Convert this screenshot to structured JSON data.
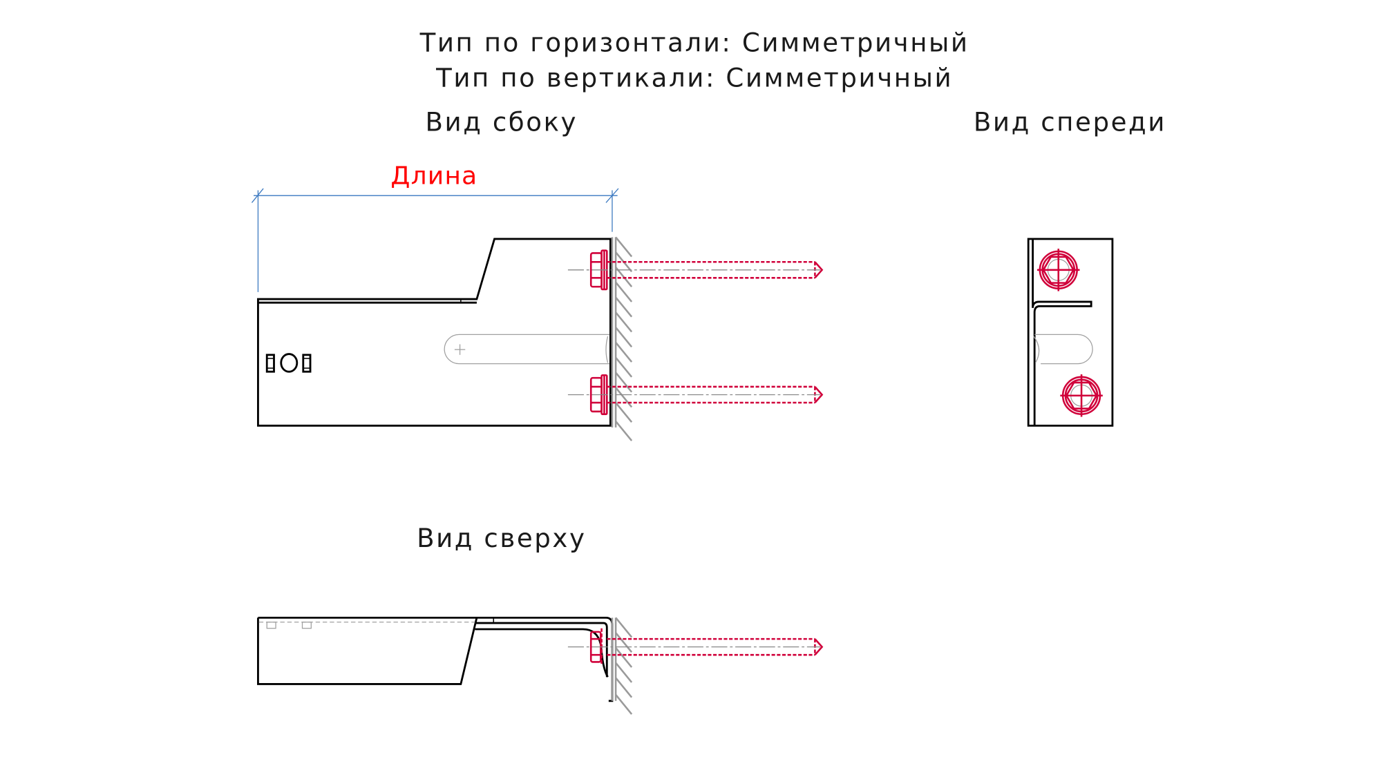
{
  "header": {
    "horizontal_type": "Тип по горизонтали: Симметричный",
    "vertical_type": "Тип по вертикали: Симметричный"
  },
  "views": {
    "side": "Вид сбоку",
    "front": "Вид спереди",
    "top": "Вид сверху"
  },
  "dimension": {
    "label": "Длина",
    "color": "#ff0000"
  },
  "colors": {
    "bolt": "#d0003a",
    "dimension_line": "#3a78c0",
    "wall": "#9a9a9a"
  }
}
